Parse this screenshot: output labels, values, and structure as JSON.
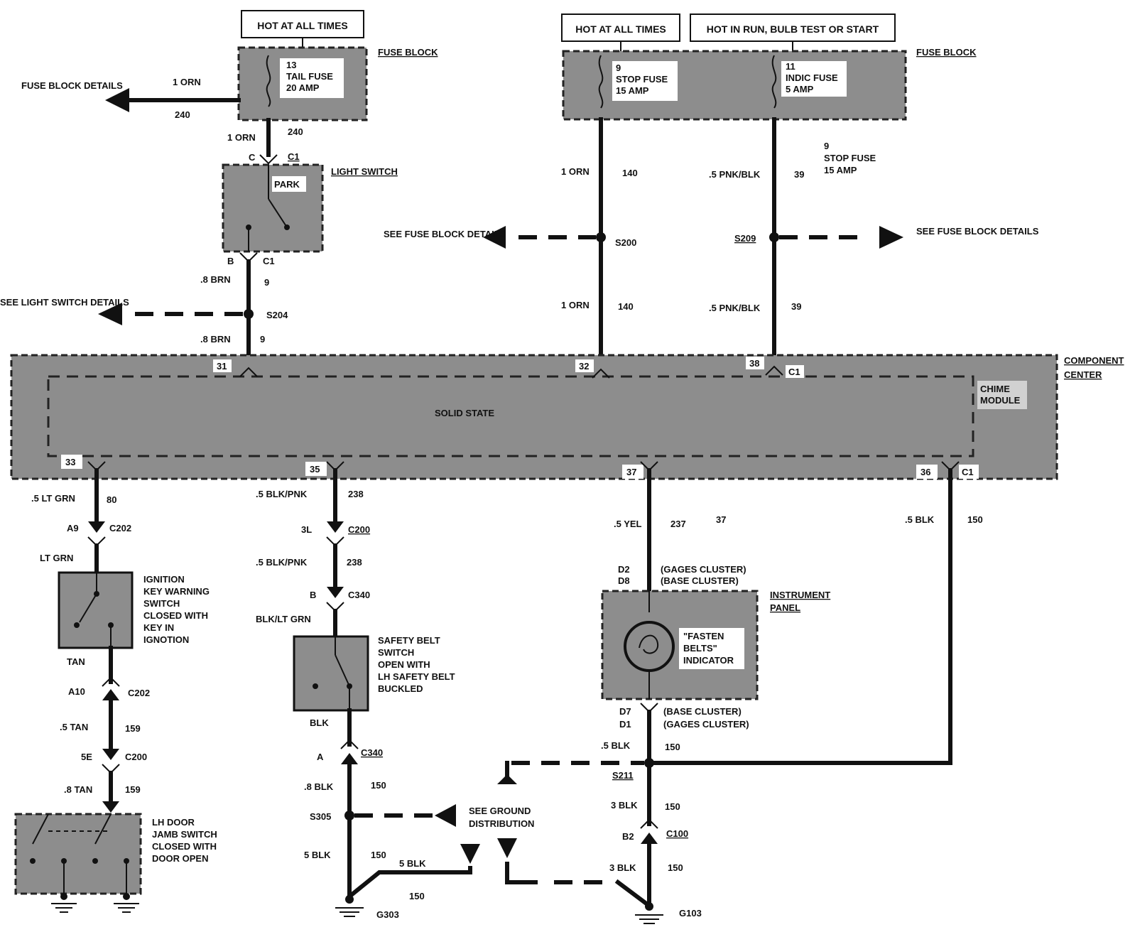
{
  "header_tags": {
    "hot_at_all_times_left": "HOT AT ALL TIMES",
    "hot_at_all_times_right": "HOT AT ALL TIMES",
    "hot_in_run": "HOT IN RUN, BULB TEST OR START"
  },
  "fuse_block_left": {
    "label": "FUSE BLOCK",
    "fuse_number": "13",
    "fuse_name": "TAIL FUSE",
    "fuse_rating": "20 AMP",
    "arrow_label": "FUSE BLOCK DETAILS",
    "arrow_wire_color": "1 ORN",
    "arrow_wire_circuit": "240",
    "down_wire_color": "1 ORN",
    "down_wire_circuit": "240"
  },
  "fuse_block_right": {
    "label": "FUSE BLOCK",
    "stop_number": "9",
    "stop_name": "STOP FUSE",
    "stop_rating": "15 AMP",
    "indic_number": "11",
    "indic_name": "INDIC FUSE",
    "indic_rating": "5 AMP",
    "note_number": "9",
    "note_name": "STOP FUSE",
    "note_rating": "15 AMP"
  },
  "light_switch": {
    "label": "LIGHT SWITCH",
    "position": "PARK",
    "top_pin": "C",
    "top_conn": "C1",
    "bottom_pin": "B",
    "bottom_conn": "C1",
    "wire_color_1": ".8 BRN",
    "wire_circuit_1": "9",
    "splice": "S204",
    "splice_arrow": "SEE LIGHT SWITCH DETAILS",
    "wire_color_2": ".8 BRN",
    "wire_circuit_2": "9"
  },
  "stop_circuit": {
    "wire_color_1": "1 ORN",
    "wire_circuit_1": "140",
    "splice": "S200",
    "splice_arrow": "SEE FUSE BLOCK DETAILS",
    "wire_color_2": "1 ORN",
    "wire_circuit_2": "140"
  },
  "indic_circuit": {
    "wire_color_1": ".5 PNK/BLK",
    "wire_circuit_1": "39",
    "splice": "S209",
    "splice_arrow": "SEE FUSE BLOCK DETAILS",
    "wire_color_2": ".5 PNK/BLK",
    "wire_circuit_2": "39"
  },
  "component_center": {
    "label": "COMPONENT CENTER",
    "module_label": "CHIME MODULE",
    "inner_label": "SOLID STATE",
    "pins_top": [
      "31",
      "32",
      "38"
    ],
    "top_conn": "C1",
    "pins_bottom": [
      "33",
      "35",
      "37",
      "36"
    ],
    "bottom_conn": "C1"
  },
  "ignition_branch": {
    "wire1_color": ".5 LT GRN",
    "wire1_circuit": "80",
    "pin1": "A9",
    "conn1": "C202",
    "wire2_color": "LT GRN",
    "switch_desc": [
      "IGNITION",
      "KEY WARNING",
      "SWITCH",
      "CLOSED WITH",
      "KEY IN",
      "IGNOTION"
    ],
    "wire3_color": "TAN",
    "pin2": "A10",
    "conn2": "C202",
    "wire4_color": ".5 TAN",
    "wire4_circuit": "159",
    "pin3": "5E",
    "conn3": "C200",
    "wire5_color": ".8 TAN",
    "wire5_circuit": "159",
    "door_desc": [
      "LH DOOR",
      "JAMB SWITCH",
      "CLOSED WITH",
      "DOOR OPEN"
    ]
  },
  "belt_branch": {
    "wire1_color": ".5 BLK/PNK",
    "wire1_circuit": "238",
    "pin1": "3L",
    "conn1": "C200",
    "wire2_color": ".5 BLK/PNK",
    "wire2_circuit": "238",
    "pin2": "B",
    "conn2": "C340",
    "wire3_color": "BLK/LT GRN",
    "switch_desc": [
      "SAFETY BELT",
      "SWITCH",
      "OPEN WITH",
      "LH SAFETY BELT",
      "BUCKLED"
    ],
    "wire4_color": "BLK",
    "pin3": "A",
    "conn3": "C340",
    "wire5_color": ".8 BLK",
    "wire5_circuit": "150",
    "splice": "S305",
    "wire6_color": "5 BLK",
    "wire6_circuit": "150",
    "wire7_color": "5 BLK",
    "wire7_circuit": "150",
    "ground": "G303",
    "ground_dist": "SEE GROUND DISTRIBUTION"
  },
  "indicator_branch": {
    "wire1_color": ".5 YEL",
    "wire1_circuit": "237",
    "wire1_extra": "37",
    "pin_gages_top": "D2",
    "pin_base_top": "D8",
    "gages_cluster": "(GAGES CLUSTER)",
    "base_cluster": "(BASE CLUSTER)",
    "panel_label": "INSTRUMENT PANEL",
    "indicator_text": [
      "\"FASTEN",
      "BELTS\"",
      "INDICATOR"
    ],
    "pin_base_bottom": "D7",
    "pin_gages_bottom": "D1",
    "base_cluster_2": "(BASE CLUSTER)",
    "gages_cluster_2": "(GAGES CLUSTER)",
    "wire2_color": ".5 BLK",
    "wire2_circuit": "150",
    "splice": "S211",
    "wire3_color": "3 BLK",
    "wire3_circuit": "150",
    "pin2": "B2",
    "conn2": "C100",
    "wire4_color": "3 BLK",
    "wire4_circuit": "150",
    "ground": "G103"
  },
  "chime_ground": {
    "wire_color": ".5 BLK",
    "wire_circuit": "150"
  }
}
